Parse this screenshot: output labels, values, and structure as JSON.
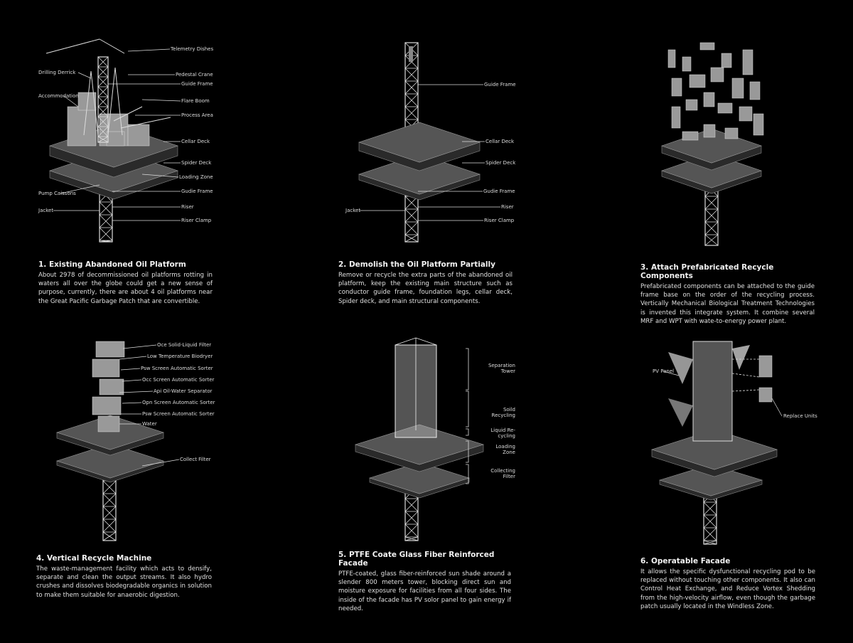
{
  "panels": [
    {
      "title": "1. Existing Abandoned Oil Platform",
      "body": "About 2978 of decommissioned oil platforms rotting in waters all over the globe could get a new sense of purpose, currently, there are about 4 oil platforms near the Great Pacific Garbage Patch that are convertible.",
      "labels": [
        "Telemetry Dishes",
        "Drilling Derrick",
        "Pedestal Crane",
        "Guide Frame",
        "Accommodation",
        "Flare Boom",
        "Process Area",
        "Cellar Deck",
        "Spider Deck",
        "Loading Zone",
        "Pump Caissons",
        "Gudie Frame",
        "Jacket",
        "Riser",
        "Riser Clamp"
      ]
    },
    {
      "title": "2. Demolish the Oil Platform Partially",
      "body": "Remove or recycle the extra parts of the abandoned oil platform, keep the existing main structure such as conductor guide frame, foundation legs, cellar deck, Spider deck, and main structural components.",
      "labels": [
        "Guide Frame",
        "Cellar Deck",
        "Spider Deck",
        "Gudie Frame",
        "Jacket",
        "Riser",
        "Riser Clamp"
      ]
    },
    {
      "title": "3. Attach Prefabricated Recycle Components",
      "body": "Prefabricated components can be attached to the guide frame base on the order of the recycling process. Vertically Mechanical Biological Treatment Technologies is invented this integrate system. It combine several MRF and WPT with wate-to-energy power plant.",
      "labels": []
    },
    {
      "title": "4. Vertical Recycle Machine",
      "body": "The waste-management facility which acts to densify, separate and clean the output streams. It also hydro crushes and dissolves biodegradable organics in solution to make them suitable for anaerobic digestion.",
      "labels": [
        "Oce Solid-Liquid Filter",
        "Low Temperature Biodryer",
        "Psw Screen Automatic Sorter",
        "Occ Screen Automatic Sorter",
        "Api Oil-Water Separator",
        "Opn Screen Automatic Sorter",
        "Psw Screen Automatic Sorter",
        "Water",
        "Collect Filter"
      ]
    },
    {
      "title": "5. PTFE Coate Glass Fiber Reinforced Facade",
      "body": "PTFE-coated, glass fiber-reinforced sun shade around a slender 800 meters tower, blocking direct sun and moisture exposure for facilities from all four sides. The inside of the facade has PV solor panel to gain energy if needed.",
      "labels": [
        "Separation Tower",
        "Soild Recycling",
        "Liquid Re- cycling",
        "Loading Zone",
        "Collecting Filter"
      ]
    },
    {
      "title": "6. Operatable Facade",
      "body": "It allows the specific dysfunctional recycling pod to be replaced without touching other components. It also can Control Heat Exchange, and Reduce Vortex Shedding from the high-velocity airflow, even though the garbage patch usually located in the Windless Zone.",
      "labels": [
        "PV Panel",
        "Replace Units"
      ]
    }
  ],
  "colors": {
    "background": "#000000",
    "line": "#dddddd",
    "deck": "#555555"
  }
}
